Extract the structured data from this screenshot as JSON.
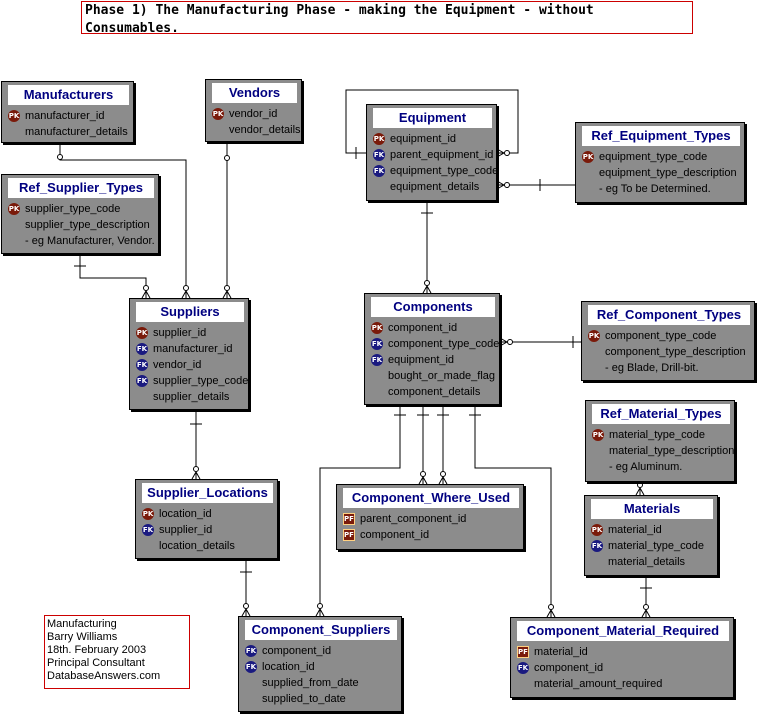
{
  "title": "Phase 1) The Manufacturing Phase - making the Equipment - without Consumables.",
  "note_lines": [
    "Manufacturing",
    "Barry Williams",
    "18th. February 2003",
    "Principal Consultant",
    "DatabaseAnswers.com"
  ],
  "entities": {
    "manufacturers": {
      "name": "Manufacturers",
      "attrs": [
        {
          "key": "PK",
          "name": "manufacturer_id"
        },
        {
          "key": "",
          "name": "manufacturer_details"
        }
      ]
    },
    "vendors": {
      "name": "Vendors",
      "attrs": [
        {
          "key": "PK",
          "name": "vendor_id"
        },
        {
          "key": "",
          "name": "vendor_details"
        }
      ]
    },
    "ref_supplier_types": {
      "name": "Ref_Supplier_Types",
      "attrs": [
        {
          "key": "PK",
          "name": "supplier_type_code"
        },
        {
          "key": "",
          "name": "supplier_type_description"
        },
        {
          "key": "",
          "name": "- eg Manufacturer, Vendor."
        }
      ]
    },
    "suppliers": {
      "name": "Suppliers",
      "attrs": [
        {
          "key": "PK",
          "name": "supplier_id"
        },
        {
          "key": "FK",
          "name": "manufacturer_id"
        },
        {
          "key": "FK",
          "name": "vendor_id"
        },
        {
          "key": "FK",
          "name": "supplier_type_code"
        },
        {
          "key": "",
          "name": "supplier_details"
        }
      ]
    },
    "supplier_locations": {
      "name": "Supplier_Locations",
      "attrs": [
        {
          "key": "PK",
          "name": "location_id"
        },
        {
          "key": "FK",
          "name": "supplier_id"
        },
        {
          "key": "",
          "name": "location_details"
        }
      ]
    },
    "equipment": {
      "name": "Equipment",
      "attrs": [
        {
          "key": "PK",
          "name": "equipment_id"
        },
        {
          "key": "FK",
          "name": "parent_equipment_id"
        },
        {
          "key": "FK",
          "name": "equipment_type_code"
        },
        {
          "key": "",
          "name": "equipment_details"
        }
      ]
    },
    "ref_equipment_types": {
      "name": "Ref_Equipment_Types",
      "attrs": [
        {
          "key": "PK",
          "name": "equipment_type_code"
        },
        {
          "key": "",
          "name": "equipment_type_description"
        },
        {
          "key": "",
          "name": "- eg To be Determined."
        }
      ]
    },
    "components": {
      "name": "Components",
      "attrs": [
        {
          "key": "PK",
          "name": "component_id"
        },
        {
          "key": "FK",
          "name": "component_type_code"
        },
        {
          "key": "FK",
          "name": "equipment_id"
        },
        {
          "key": "",
          "name": "bought_or_made_flag"
        },
        {
          "key": "",
          "name": "component_details"
        }
      ]
    },
    "ref_component_types": {
      "name": "Ref_Component_Types",
      "attrs": [
        {
          "key": "PK",
          "name": "component_type_code"
        },
        {
          "key": "",
          "name": "component_type_description"
        },
        {
          "key": "",
          "name": "- eg Blade, Drill-bit."
        }
      ]
    },
    "ref_material_types": {
      "name": "Ref_Material_Types",
      "attrs": [
        {
          "key": "PK",
          "name": "material_type_code"
        },
        {
          "key": "",
          "name": "material_type_description"
        },
        {
          "key": "",
          "name": "- eg Aluminum."
        }
      ]
    },
    "component_where_used": {
      "name": "Component_Where_Used",
      "attrs": [
        {
          "key": "PF",
          "name": "parent_component_id"
        },
        {
          "key": "PF",
          "name": "component_id"
        }
      ]
    },
    "materials": {
      "name": "Materials",
      "attrs": [
        {
          "key": "PK",
          "name": "material_id"
        },
        {
          "key": "FK",
          "name": "material_type_code"
        },
        {
          "key": "",
          "name": "material_details"
        }
      ]
    },
    "component_suppliers": {
      "name": "Component_Suppliers",
      "attrs": [
        {
          "key": "FK",
          "name": "component_id"
        },
        {
          "key": "FK",
          "name": "location_id"
        },
        {
          "key": "",
          "name": "supplied_from_date"
        },
        {
          "key": "",
          "name": "supplied_to_date"
        }
      ]
    },
    "component_material_required": {
      "name": "Component_Material_Required",
      "attrs": [
        {
          "key": "PF",
          "name": "material_id"
        },
        {
          "key": "FK",
          "name": "component_id"
        },
        {
          "key": "",
          "name": "material_amount_required"
        }
      ]
    }
  }
}
